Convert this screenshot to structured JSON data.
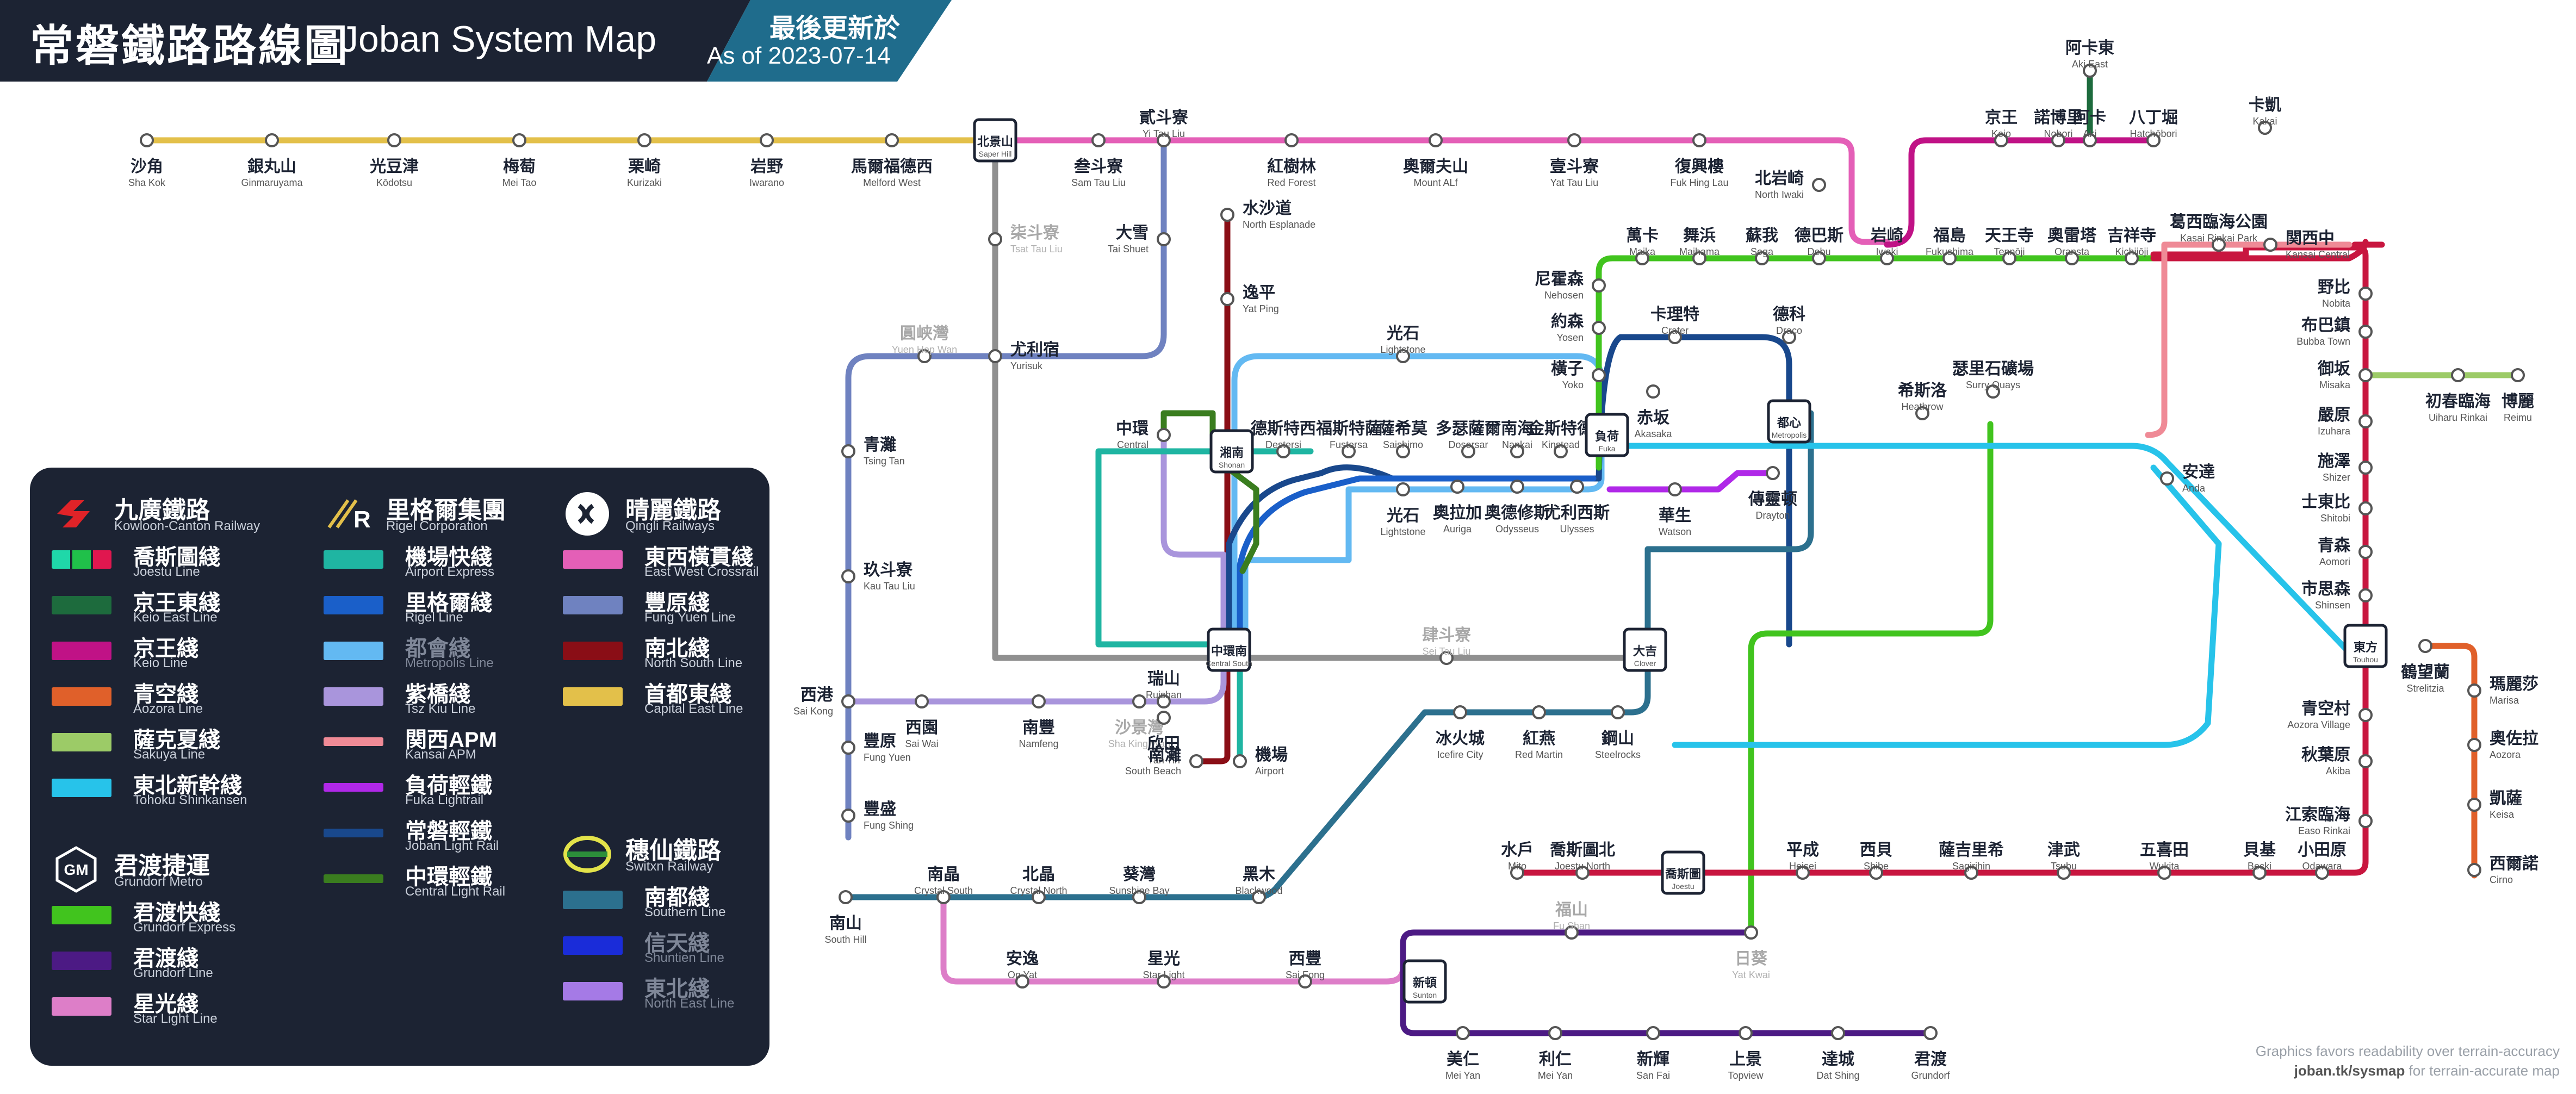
{
  "header": {
    "title_zh": "常磐鐵路路線圖",
    "title_en": "Joban System Map",
    "updated_zh": "最後更新於",
    "updated_en": "As of  2023-07-14"
  },
  "colors": {
    "navy": "#1c2333",
    "capital_east": "#e3c04a",
    "east_west": "#e45fb7",
    "fung_yuen": "#6f82c0",
    "airport_express": "#1fb5a2",
    "rigel": "#1a5fc9",
    "metropolis": "#63b9f2",
    "tsz_kiu": "#a995dc",
    "north_south": "#8a0e16",
    "kansai": "#ef8a96",
    "fuka": "#b028e8",
    "joban_lr": "#19488c",
    "central_lr": "#3a7d1f",
    "southern": "#2c708e",
    "grundorf_express": "#41c41e",
    "grundorf": "#4c1a84",
    "star_light": "#dd7ec8",
    "shuntien": "#1a2cd9",
    "north_east": "#a57ae6",
    "joestu_red": "#c8163f",
    "metropolis_line": "#c01286",
    "tohoku": "#27c3ea",
    "aozora": "#e0602a",
    "sakuya": "#9ccb67",
    "keio_east": "#1d6b3d"
  },
  "legend": {
    "kowloon_canton": {
      "name_zh": "九廣鐵路",
      "name_en": "Kowloon-Canton Railway",
      "lines": [
        {
          "zh": "喬斯圖綫",
          "en": "Joestu Line"
        },
        {
          "zh": "京王東綫",
          "en": "Keio East Line"
        },
        {
          "zh": "京王綫",
          "en": "Keio Line"
        },
        {
          "zh": "青空綫",
          "en": "Aozora Line"
        },
        {
          "zh": "薩克夏綫",
          "en": "Sakuya Line"
        },
        {
          "zh": "東北新幹綫",
          "en": "Tohoku Shinkansen"
        }
      ]
    },
    "grundorf": {
      "name_zh": "君渡捷運",
      "name_en": "Grundorf  Metro",
      "lines": [
        {
          "zh": "君渡快綫",
          "en": "Grundorf Express"
        },
        {
          "zh": "君渡綫",
          "en": "Grundorf Line"
        },
        {
          "zh": "星光綫",
          "en": "Star Light Line"
        }
      ]
    },
    "rigel": {
      "name_zh": "里格爾集團",
      "name_en": "Rigel Corporation",
      "lines": [
        {
          "zh": "機場快綫",
          "en": "Airport Express"
        },
        {
          "zh": "里格爾綫",
          "en": "Rigel Line"
        },
        {
          "zh": "都會綫",
          "en": "Metropolis Line"
        },
        {
          "zh": "紫橋綫",
          "en": "Tsz Kiu Line"
        },
        {
          "zh": "関西APM",
          "en": "Kansai APM"
        },
        {
          "zh": "負荷輕鐵",
          "en": "Fuka Lightrail"
        },
        {
          "zh": "常磐輕鐵",
          "en": "Joban Light Rail"
        },
        {
          "zh": "中環輕鐵",
          "en": "Central Light Rail"
        }
      ]
    },
    "qingli": {
      "name_zh": "晴麗鐵路",
      "name_en": "Qingli Railways",
      "lines": [
        {
          "zh": "東西橫貫綫",
          "en": "East West Crossrail"
        },
        {
          "zh": "豐原綫",
          "en": "Fung Yuen Line"
        },
        {
          "zh": "南北綫",
          "en": "North South Line"
        },
        {
          "zh": "首都東綫",
          "en": "Capital East Line"
        }
      ]
    },
    "switxn": {
      "name_zh": "穗仙鐵路",
      "name_en": "Switxn Railway",
      "lines": [
        {
          "zh": "南都綫",
          "en": "Southern Line"
        },
        {
          "zh": "信天綫",
          "en": "Shuntien Line"
        },
        {
          "zh": "東北綫",
          "en": "North East Line"
        }
      ]
    }
  },
  "stations": [
    {
      "zh": "沙角",
      "en": "Sha Kok"
    },
    {
      "zh": "銀丸山",
      "en": "Ginmaruyama"
    },
    {
      "zh": "光豆津",
      "en": "Kōdotsu"
    },
    {
      "zh": "梅萄",
      "en": "Mei Tao"
    },
    {
      "zh": "栗崎",
      "en": "Kurizaki"
    },
    {
      "zh": "岩野",
      "en": "Iwarano"
    },
    {
      "zh": "馬爾福德西",
      "en": "Melford West"
    },
    {
      "zh": "北景山",
      "en": "Saper Hill"
    },
    {
      "zh": "叁斗寮",
      "en": "Sam Tau Liu"
    },
    {
      "zh": "貳斗寮",
      "en": "Yi Tau Liu"
    },
    {
      "zh": "紅樹林",
      "en": "Red Forest"
    },
    {
      "zh": "奧爾夫山",
      "en": "Mount ALf"
    },
    {
      "zh": "壹斗寮",
      "en": "Yat Tau Liu"
    },
    {
      "zh": "復興樓",
      "en": "Fuk Hing Lau"
    },
    {
      "zh": "北岩崎",
      "en": "North Iwaki"
    },
    {
      "zh": "京王",
      "en": "Keio"
    },
    {
      "zh": "諾博里",
      "en": "Nobori"
    },
    {
      "zh": "阿卡",
      "en": "Aki"
    },
    {
      "zh": "八丁堀",
      "en": "Hatchōbori"
    },
    {
      "zh": "阿卡東",
      "en": "Aki East"
    },
    {
      "zh": "卡凱",
      "en": "Kakai"
    },
    {
      "zh": "柒斗寮",
      "en": "Tsat Tau Liu"
    },
    {
      "zh": "大雪",
      "en": "Tai Shuet"
    },
    {
      "zh": "水沙道",
      "en": "North Esplanade"
    },
    {
      "zh": "逸平",
      "en": "Yat Ping"
    },
    {
      "zh": "萬卡",
      "en": "Maika"
    },
    {
      "zh": "舞浜",
      "en": "Maihama"
    },
    {
      "zh": "蘇我",
      "en": "Soga"
    },
    {
      "zh": "德巴斯",
      "en": "Debu"
    },
    {
      "zh": "岩崎",
      "en": "Iwaki"
    },
    {
      "zh": "福島",
      "en": "Fukushima"
    },
    {
      "zh": "天王寺",
      "en": "Tennōji"
    },
    {
      "zh": "奧雷塔",
      "en": "Oransta"
    },
    {
      "zh": "吉祥寺",
      "en": "Kichijōji"
    },
    {
      "zh": "葛西臨海公園",
      "en": "Kasai Rinkai Park"
    },
    {
      "zh": "関西中",
      "en": "Kansai Central"
    },
    {
      "zh": "尼霍森",
      "en": "Nehosen"
    },
    {
      "zh": "約森",
      "en": "Yosen"
    },
    {
      "zh": "卡理特",
      "en": "Crater"
    },
    {
      "zh": "德科",
      "en": "Draco"
    },
    {
      "zh": "圓峡灣",
      "en": "Yuen Hop Wan"
    },
    {
      "zh": "尤利宿",
      "en": "Yurisuk"
    },
    {
      "zh": "光石",
      "en": "Lightstone"
    },
    {
      "zh": "橫子",
      "en": "Yoko"
    },
    {
      "zh": "赤坂",
      "en": "Akasaka"
    },
    {
      "zh": "中環",
      "en": "Central"
    },
    {
      "zh": "湘南",
      "en": "Shonan"
    },
    {
      "zh": "德斯特西",
      "en": "Destersi"
    },
    {
      "zh": "福斯特薩",
      "en": "Fustersa"
    },
    {
      "zh": "薩希莫",
      "en": "Saishimo"
    },
    {
      "zh": "多瑟薩爾",
      "en": "Dosersar"
    },
    {
      "zh": "南海",
      "en": "Nankai"
    },
    {
      "zh": "金斯特德",
      "en": "Kinstead"
    },
    {
      "zh": "負荷",
      "en": "Fuka"
    },
    {
      "zh": "都心",
      "en": "Metropolis"
    },
    {
      "zh": "希斯洛",
      "en": "Heathrow"
    },
    {
      "zh": "瑟里石礦場",
      "en": "Surry Quays"
    },
    {
      "zh": "野比",
      "en": "Nobita"
    },
    {
      "zh": "布巴鎮",
      "en": "Bubba Town"
    },
    {
      "zh": "御坂",
      "en": "Misaka"
    },
    {
      "zh": "初春臨海",
      "en": "Uiharu Rinkai"
    },
    {
      "zh": "博麗",
      "en": "Reimu"
    },
    {
      "zh": "青灘",
      "en": "Tsing Tan"
    },
    {
      "zh": "光石",
      "en": "Lightstone"
    },
    {
      "zh": "奧拉加",
      "en": "Auriga"
    },
    {
      "zh": "奧德修斯",
      "en": "Odysseus"
    },
    {
      "zh": "尤利西斯",
      "en": "Ulysses"
    },
    {
      "zh": "華生",
      "en": "Watson"
    },
    {
      "zh": "傳靈顿",
      "en": "Drayton"
    },
    {
      "zh": "安達",
      "en": "Anda"
    },
    {
      "zh": "嚴原",
      "en": "Izuhara"
    },
    {
      "zh": "施澤",
      "en": "Shizer"
    },
    {
      "zh": "士東比",
      "en": "Shitobi"
    },
    {
      "zh": "青森",
      "en": "Aomori"
    },
    {
      "zh": "市思森",
      "en": "Shinsen"
    },
    {
      "zh": "玖斗寮",
      "en": "Kau Tau Liu"
    },
    {
      "zh": "中環南",
      "en": "Central South"
    },
    {
      "zh": "肆斗寮",
      "en": "Sei Tau Liu"
    },
    {
      "zh": "大吉",
      "en": "Clover"
    },
    {
      "zh": "東方",
      "en": "Touhou"
    },
    {
      "zh": "鶴望蘭",
      "en": "Strelitzia"
    },
    {
      "zh": "西港",
      "en": "Sai Kong"
    },
    {
      "zh": "西園",
      "en": "Sai Wai"
    },
    {
      "zh": "南豐",
      "en": "Namfeng"
    },
    {
      "zh": "沙景灣",
      "en": "Sha King Wan"
    },
    {
      "zh": "瑞山",
      "en": "Ruishan"
    },
    {
      "zh": "欣田",
      "en": "Yan Tin"
    },
    {
      "zh": "南灘",
      "en": "South Beach"
    },
    {
      "zh": "機場",
      "en": "Airport"
    },
    {
      "zh": "冰火城",
      "en": "Icefire City"
    },
    {
      "zh": "紅燕",
      "en": "Red Martin"
    },
    {
      "zh": "鋼山",
      "en": "Steelrocks"
    },
    {
      "zh": "青空村",
      "en": "Aozora Village"
    },
    {
      "zh": "瑪麗莎",
      "en": "Marisa"
    },
    {
      "zh": "奧佐拉",
      "en": "Aozora"
    },
    {
      "zh": "秋葉原",
      "en": "Akiba"
    },
    {
      "zh": "凱薩",
      "en": "Keisa"
    },
    {
      "zh": "豐原",
      "en": "Fung Yuen"
    },
    {
      "zh": "江索臨海",
      "en": "Easo Rinkai"
    },
    {
      "zh": "豐盛",
      "en": "Fung Shing"
    },
    {
      "zh": "西爾諾",
      "en": "Cirno"
    },
    {
      "zh": "水戶",
      "en": "Mito"
    },
    {
      "zh": "喬斯圖北",
      "en": "Joestu North"
    },
    {
      "zh": "喬斯圖",
      "en": "Joestu"
    },
    {
      "zh": "平成",
      "en": "Heisei"
    },
    {
      "zh": "西貝",
      "en": "Shibe"
    },
    {
      "zh": "薩吉里希",
      "en": "Sagirihin"
    },
    {
      "zh": "津武",
      "en": "Tsubu"
    },
    {
      "zh": "五喜田",
      "en": "Wukita"
    },
    {
      "zh": "貝基",
      "en": "Becki"
    },
    {
      "zh": "小田原",
      "en": "Odawara"
    },
    {
      "zh": "南山",
      "en": "South Hill"
    },
    {
      "zh": "南晶",
      "en": "Crystal South"
    },
    {
      "zh": "北晶",
      "en": "Crystal North"
    },
    {
      "zh": "葵灣",
      "en": "Sunshine Bay"
    },
    {
      "zh": "黑木",
      "en": "Blackwood"
    },
    {
      "zh": "福山",
      "en": "Fu Shan"
    },
    {
      "zh": "日葵",
      "en": "Yat Kwai"
    },
    {
      "zh": "安逸",
      "en": "On Yat"
    },
    {
      "zh": "星光",
      "en": "Star Light"
    },
    {
      "zh": "西豐",
      "en": "Sai Fong"
    },
    {
      "zh": "新頓",
      "en": "Sunton"
    },
    {
      "zh": "美仁",
      "en": "Mei Yan"
    },
    {
      "zh": "利仁",
      "en": "Mei Yan"
    },
    {
      "zh": "新輝",
      "en": "San Fai"
    },
    {
      "zh": "上景",
      "en": "Topview"
    },
    {
      "zh": "達城",
      "en": "Dat Shing"
    },
    {
      "zh": "君渡",
      "en": "Grundorf"
    }
  ],
  "footer": {
    "line1": "Graphics favors readability over terrain-accuracy",
    "line2_link": "joban.tk/sysmap",
    "line2_rest": " for terrain-accurate map"
  }
}
